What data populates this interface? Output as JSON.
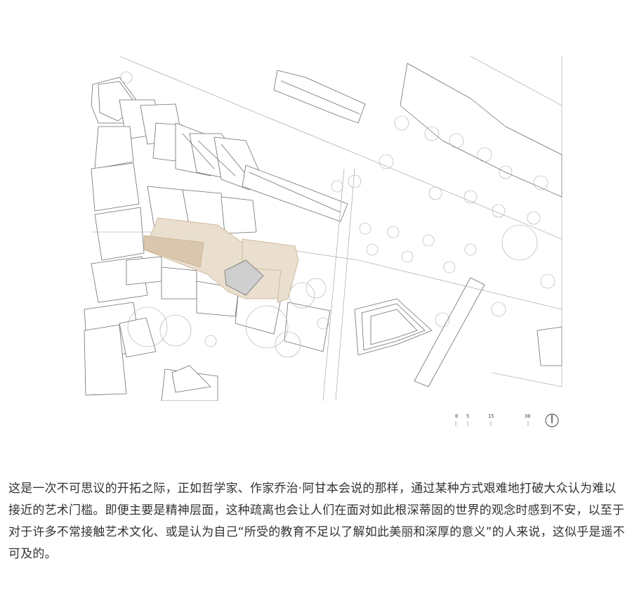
{
  "map": {
    "site_fill": "#e9dccb",
    "site_dark_fill": "#d9c7ad",
    "existing_building_fill": "#cfcfcf",
    "line_color": "#6f6f6f"
  },
  "scale_bar": {
    "ticks": [
      "0",
      "5",
      "15",
      "30"
    ],
    "north_icon": "north-arrow-icon"
  },
  "article": {
    "paragraph": "这是一次不可思议的开拓之际，正如哲学家、作家乔治·阿甘本会说的那样，通过某种方式艰难地打破大众认为难以接近的艺术门槛。即便主要是精神层面，这种疏离也会让人们在面对如此根深蒂固的世界的观念时感到不安，以至于对于许多不常接触艺术文化、或是认为自己“所受的教育不足以了解如此美丽和深厚的意义”的人来说，这似乎是遥不可及的。"
  }
}
